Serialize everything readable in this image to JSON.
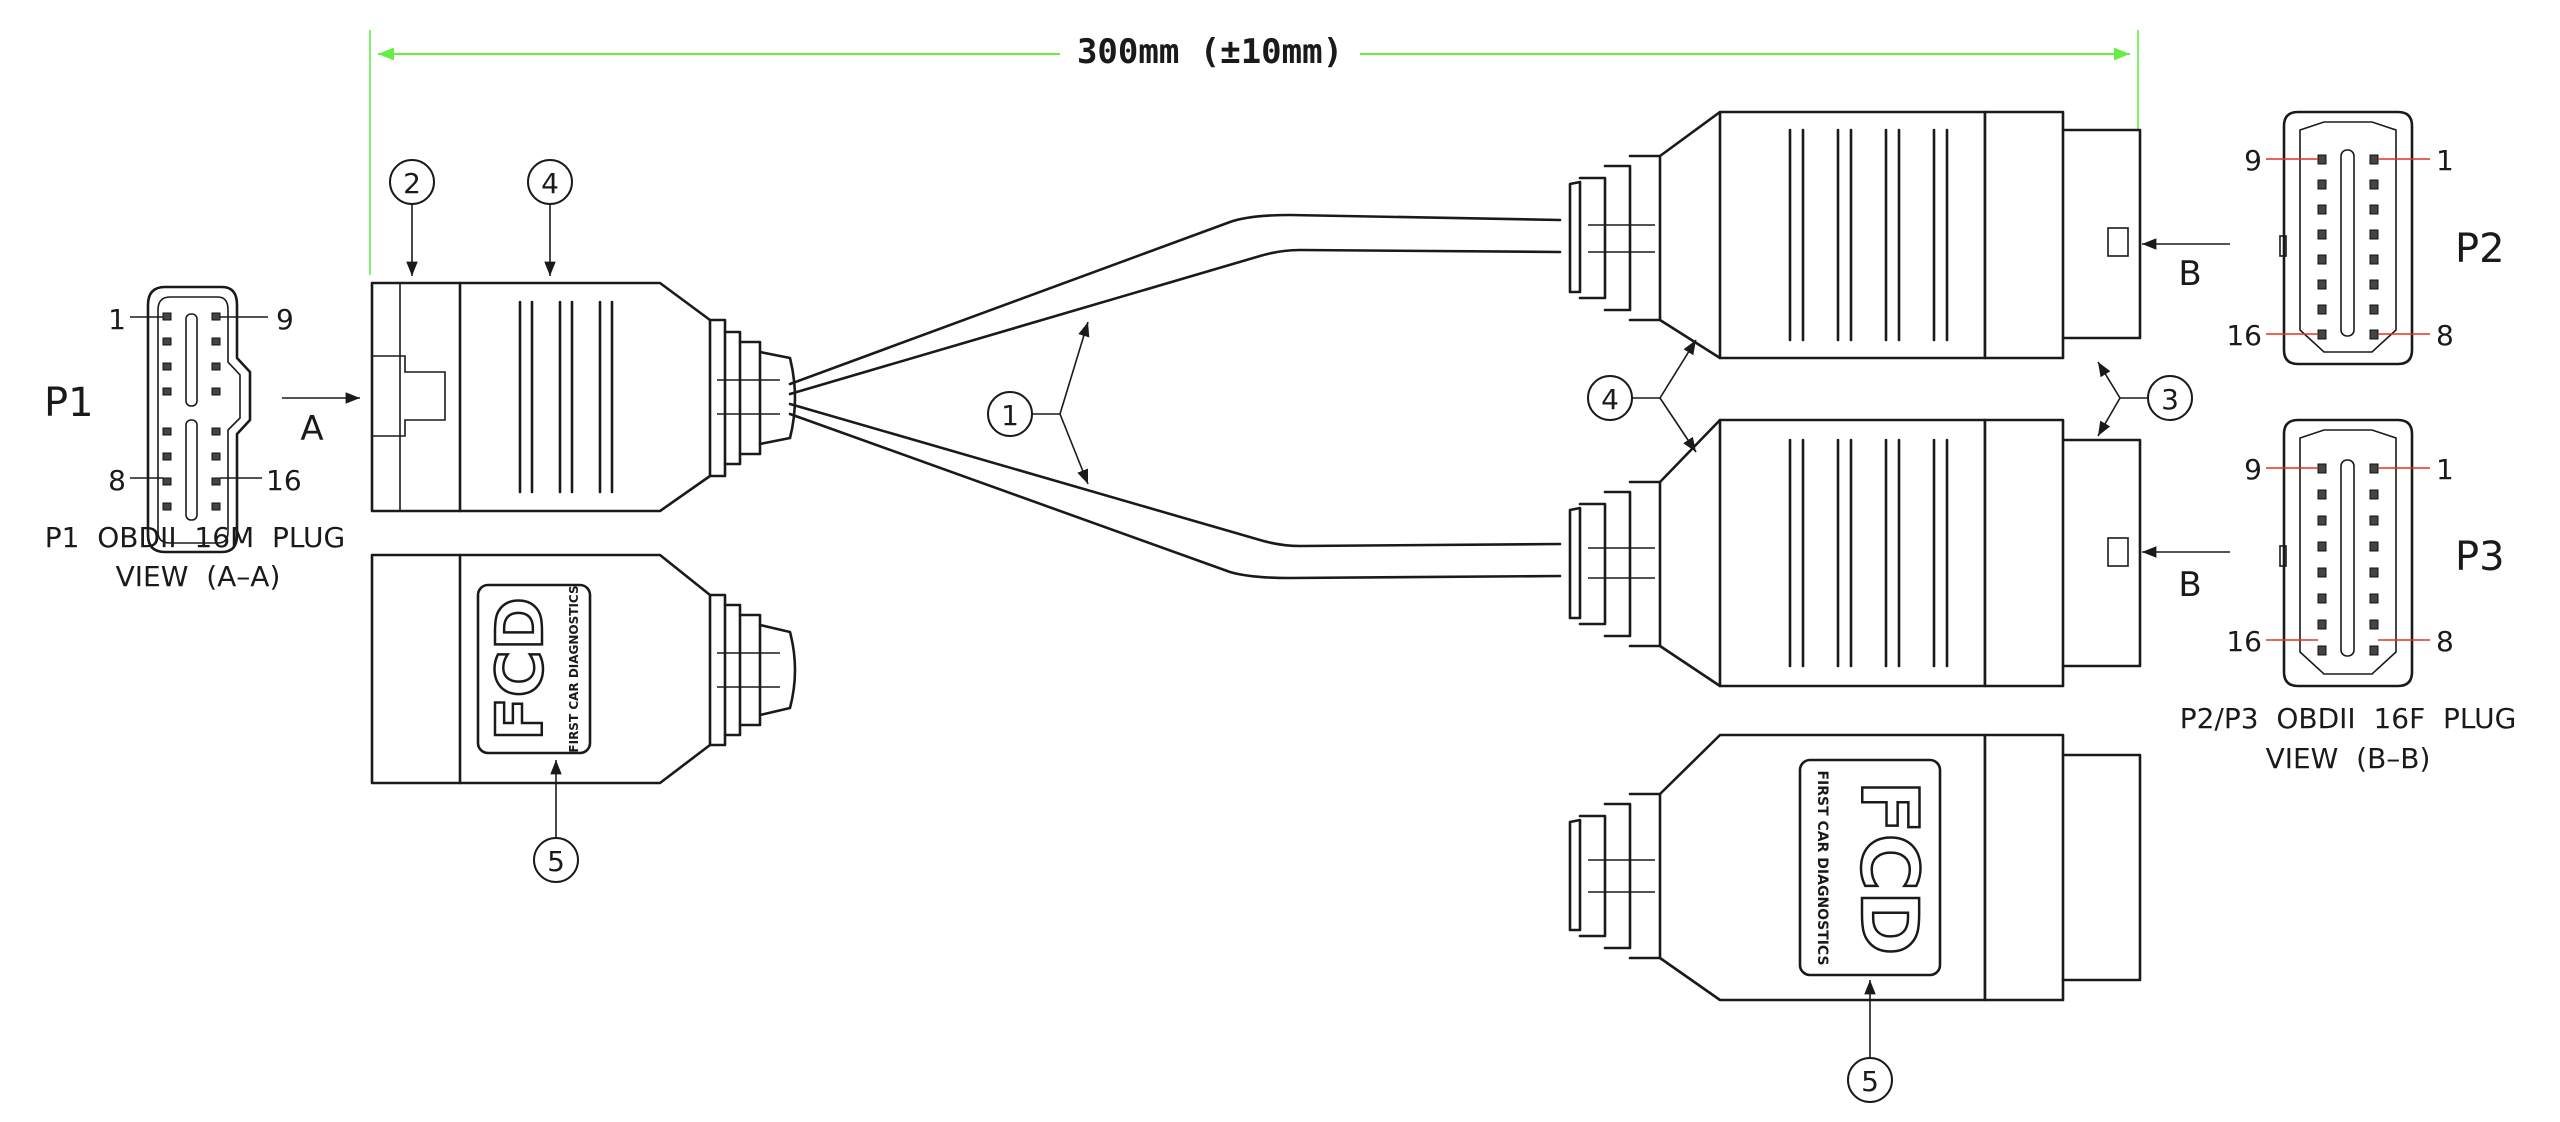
{
  "dimension": {
    "label": "300mm (±10mm)",
    "color": "#66ee44"
  },
  "pin_line_color": "#dd3322",
  "p1": {
    "name": "P1",
    "pins": {
      "top_left": "1",
      "top_right": "9",
      "bottom_left": "8",
      "bottom_right": "16"
    },
    "view_letter": "A",
    "caption_line1": "P1  OBDII  16M  PLUG",
    "caption_line2": "VIEW  (A–A)"
  },
  "p2": {
    "name": "P2",
    "pins": {
      "top_left": "9",
      "top_right": "1",
      "bottom_left": "16",
      "bottom_right": "8"
    },
    "view_letter": "B"
  },
  "p3": {
    "name": "P3",
    "pins": {
      "top_left": "9",
      "top_right": "1",
      "bottom_left": "16",
      "bottom_right": "8"
    },
    "view_letter": "B"
  },
  "p23_caption_line1": "P2/P3  OBDII  16F  PLUG",
  "p23_caption_line2": "VIEW  (B–B)",
  "balloons": {
    "b1": "1",
    "b2": "2",
    "b3": "3",
    "b4_left": "4",
    "b4_right": "4",
    "b5_left": "5",
    "b5_right": "5"
  },
  "logo": {
    "letters": "FCD",
    "tagline": "FIRST CAR DIAGNOSTICS"
  }
}
